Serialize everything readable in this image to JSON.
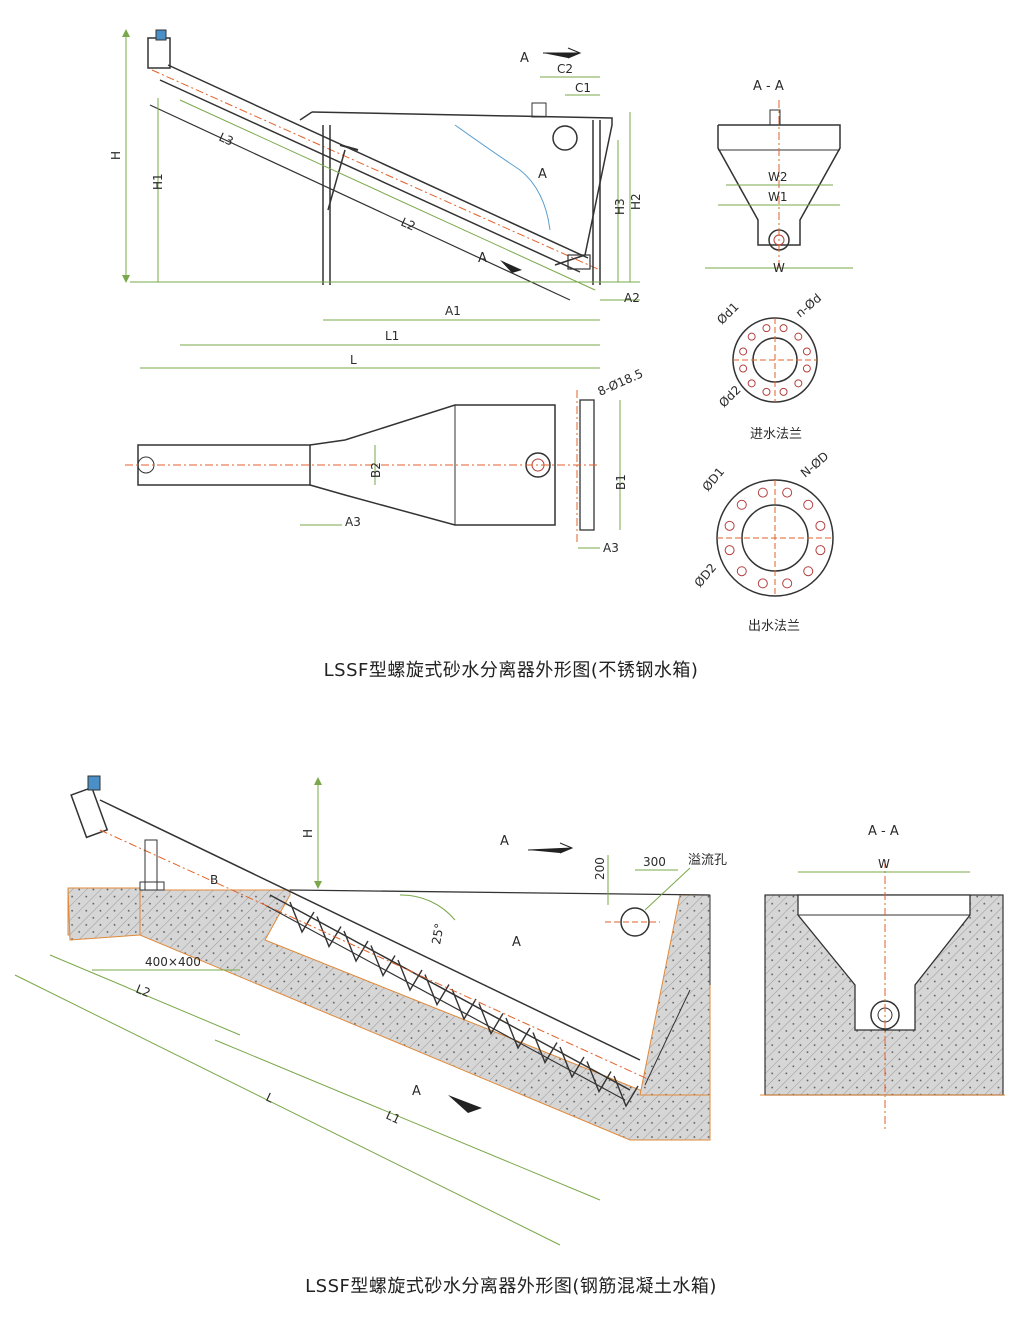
{
  "captions": {
    "top": "LSSF型螺旋式砂水分离器外形图(不锈钢水箱)",
    "bottom": "LSSF型螺旋式砂水分离器外形图(钢筋混凝土水箱)"
  },
  "top_diagram": {
    "elevation": {
      "section_marker": "A",
      "section_marker_lower": "A",
      "section_marker_mid": "A",
      "dims": {
        "H": "H",
        "H1": "H1",
        "H2": "H2",
        "H3": "H3",
        "L": "L",
        "L1": "L1",
        "L2": "L2",
        "L3": "L3",
        "A1": "A1",
        "A2": "A2",
        "C1": "C1",
        "C2": "C2"
      }
    },
    "plan": {
      "dims": {
        "B1": "B1",
        "B2": "B2",
        "A3_left": "A3",
        "A3_right": "A3",
        "bolt": "8-Ø18.5"
      }
    },
    "section_aa": {
      "title": "A - A",
      "W": "W",
      "W1": "W1",
      "W2": "W2"
    },
    "inlet_flange": {
      "title": "进水法兰",
      "d1": "Ød1",
      "d2": "Ød2",
      "nd": "n-Ød"
    },
    "outlet_flange": {
      "title": "出水法兰",
      "D1": "ØD1",
      "D2": "ØD2",
      "ND": "N-ØD"
    }
  },
  "bottom_diagram": {
    "elevation": {
      "H": "H",
      "B": "B",
      "angle": "25°",
      "opening": "400×400",
      "L": "L",
      "L1": "L1",
      "L2": "L2",
      "dim_200": "200",
      "dim_300": "300",
      "overflow": "溢流孔",
      "section_marker_top": "A",
      "section_marker_mid": "A",
      "section_marker_bottom": "A"
    },
    "section_aa": {
      "title": "A - A",
      "W": "W"
    }
  },
  "colors": {
    "line": "#3a3a3a",
    "dim": "#7aa84a",
    "center": "#e2622a",
    "concrete": "#d9d9d9"
  }
}
